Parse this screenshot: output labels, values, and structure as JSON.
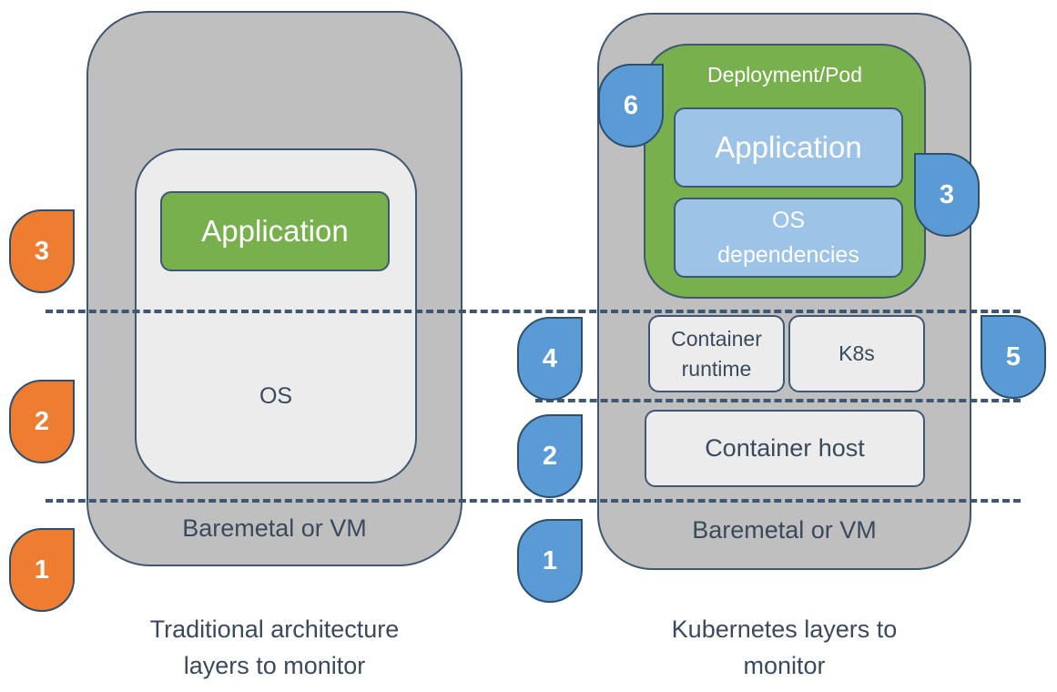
{
  "left": {
    "application": "Application",
    "os": "OS",
    "base": "Baremetal or VM",
    "caption_line1": "Traditional architecture",
    "caption_line2": "layers to monitor",
    "markers": [
      "3",
      "2",
      "1"
    ]
  },
  "right": {
    "pod_title": "Deployment/Pod",
    "application": "Application",
    "os_dependencies_line1": "OS",
    "os_dependencies_line2": "dependencies",
    "container_runtime_line1": "Container",
    "container_runtime_line2": "runtime",
    "k8s": "K8s",
    "container_host": "Container host",
    "base": "Baremetal or VM",
    "caption_line1": "Kubernetes layers to",
    "caption_line2": "monitor",
    "markers": [
      "6",
      "3",
      "4",
      "5",
      "2",
      "1"
    ]
  },
  "colors": {
    "orange_marker": "#ee7d31",
    "blue_marker": "#5b9bd5",
    "outer_box": "#bfbfbf",
    "green_box": "#78b04d",
    "blue_box": "#9dc3e6",
    "light_box": "#ececec",
    "outline": "#3f5770"
  }
}
